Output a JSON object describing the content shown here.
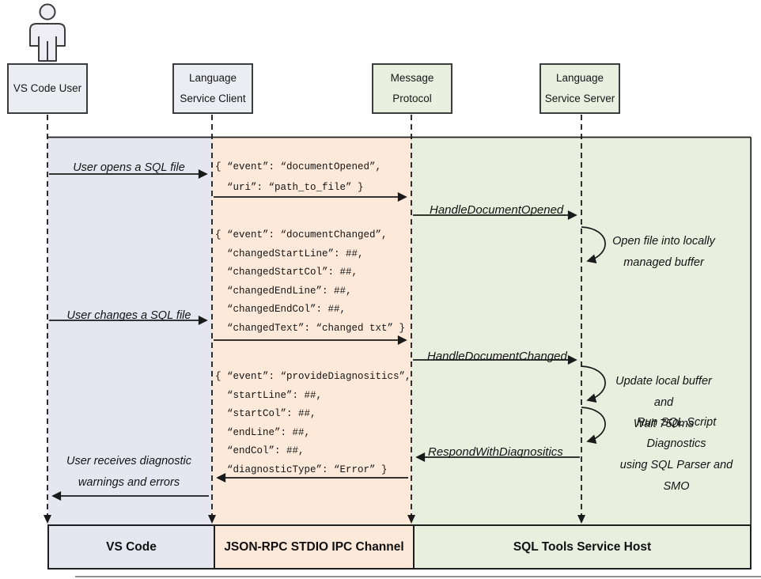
{
  "actors": [
    {
      "id": "user",
      "lines": [
        "VS Code User"
      ]
    },
    {
      "id": "client",
      "lines": [
        "Language",
        "Service Client"
      ]
    },
    {
      "id": "protocol",
      "lines": [
        "Message",
        "Protocol"
      ]
    },
    {
      "id": "server",
      "lines": [
        "Language",
        "Service Server"
      ]
    }
  ],
  "lanes": [
    {
      "label": "VS Code"
    },
    {
      "label": "JSON-RPC STDIO IPC Channel"
    },
    {
      "label": "SQL Tools Service Host"
    }
  ],
  "labels": {
    "user_opens": "User opens a SQL file",
    "user_changes": "User changes a SQL file",
    "user_receives": [
      "User receives diagnostic",
      "warnings and errors"
    ],
    "handle_document_opened": "HandleDocumentOpened",
    "handle_document_changed": "HandleDocumentChanged",
    "respond_with_diagnostics": "RespondWithDiagnositics",
    "open_file_note": [
      "Open file into locally",
      "managed buffer"
    ],
    "update_buffer_note": [
      "Update local buffer and",
      "Wait 750ms"
    ],
    "run_diagnostics_note": [
      "Run SQL Script Diagnostics",
      "using SQL Parser and SMO"
    ]
  },
  "payloads": {
    "document_opened": [
      "{ “event”: “documentOpened”,",
      "  “uri”: “path_to_file” }"
    ],
    "document_changed": [
      "{ “event”: “documentChanged”,",
      "  “changedStartLine”: ##,",
      "  “changedStartCol”: ##,",
      "  “changedEndLine”: ##,",
      "  “changedEndCol”: ##,",
      "  “changedText”: “changed txt” }"
    ],
    "provide_diagnostics": [
      "{ “event”: “provideDiagnositics”,",
      "  “startLine”: ##,",
      "  “startCol”: ##,",
      "  “endLine”: ##,",
      "  “endCol”: ##,",
      "  “diagnosticType”: “Error” }"
    ]
  },
  "theme": {
    "lane_vscode": "#e6e6f0",
    "lane_ipc": "#fce9da",
    "lane_host": "#e8efdf",
    "actor_box_grey": "#ececf3",
    "actor_box_green": "#e9f0e0",
    "line_color": "#1a1a1a"
  }
}
